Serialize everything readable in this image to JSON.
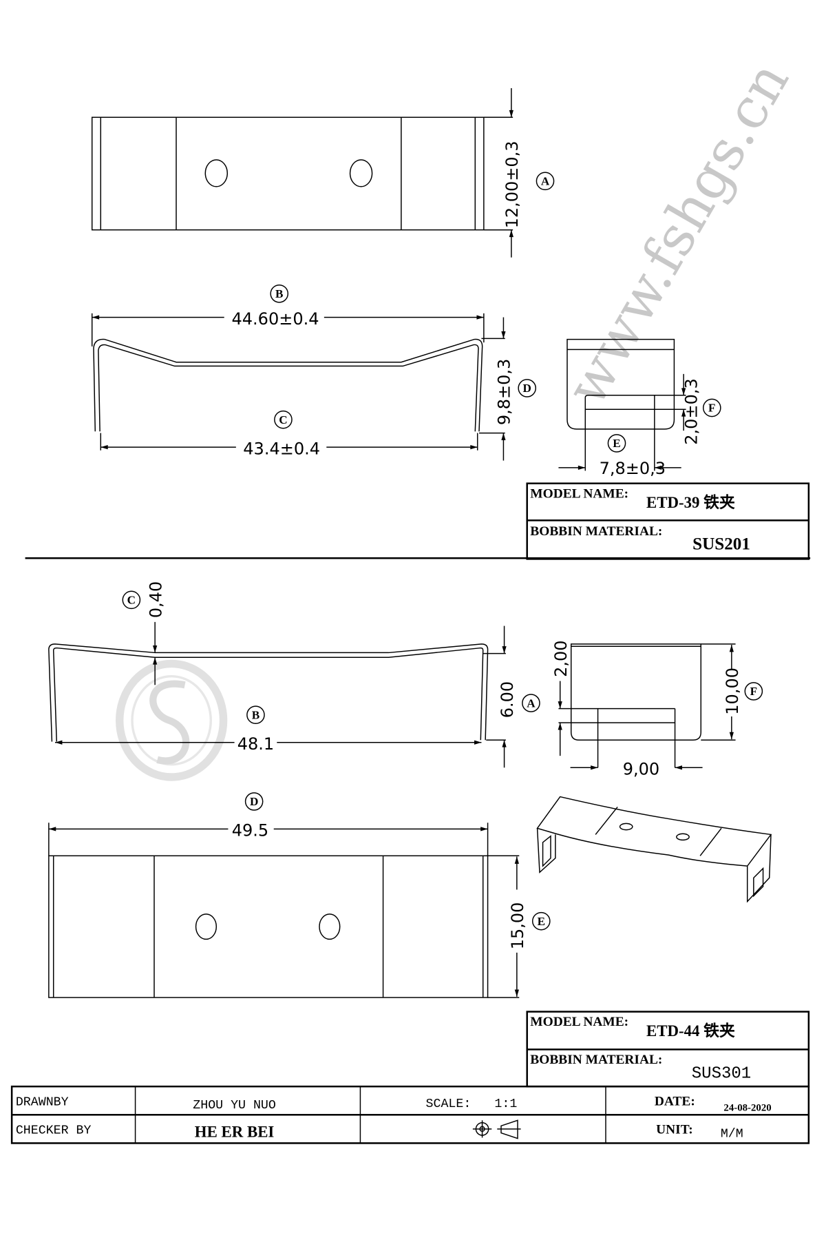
{
  "watermark": {
    "text": "www.fshgs.cn"
  },
  "drawing_top": {
    "model_label": "MODEL NAME:",
    "model_value": "ETD-39 铁夹",
    "material_label": "BOBBIN MATERIAL:",
    "material_value": "SUS201",
    "dims": {
      "A": {
        "tag": "A",
        "value": "12,00±0,3"
      },
      "B": {
        "tag": "B",
        "value": "44.60±0.4"
      },
      "C": {
        "tag": "C",
        "value": "43.4±0.4"
      },
      "D": {
        "tag": "D",
        "value": "9,8±0,3"
      },
      "E": {
        "tag": "E",
        "value": "7,8±0,3"
      },
      "F": {
        "tag": "F",
        "value": "2,0±0,3"
      }
    }
  },
  "drawing_bottom": {
    "model_label": "MODEL NAME:",
    "model_value": "ETD-44 铁夹",
    "material_label": "BOBBIN MATERIAL:",
    "material_value": "SUS301",
    "dims": {
      "A": {
        "tag": "A",
        "value": "6.00"
      },
      "B": {
        "tag": "B",
        "value": "48.1"
      },
      "C": {
        "tag": "C",
        "value": "0,40"
      },
      "D": {
        "tag": "D",
        "value": "49.5"
      },
      "E": {
        "tag": "E",
        "value": "15,00"
      },
      "F": {
        "tag": "F",
        "value": "10,00"
      },
      "slot_height": "2,00",
      "slot_width": "9,00"
    }
  },
  "title_block": {
    "drawn_by_label": "DRAWNBY",
    "drawn_by": "ZHOU YU NUO",
    "checker_label": "CHECKER BY",
    "checker": "HE ER BEI",
    "scale_label": "SCALE:",
    "scale": "1:1",
    "date_label": "DATE:",
    "date": "24-08-2020",
    "unit_label": "UNIT:",
    "unit": "M/M"
  }
}
